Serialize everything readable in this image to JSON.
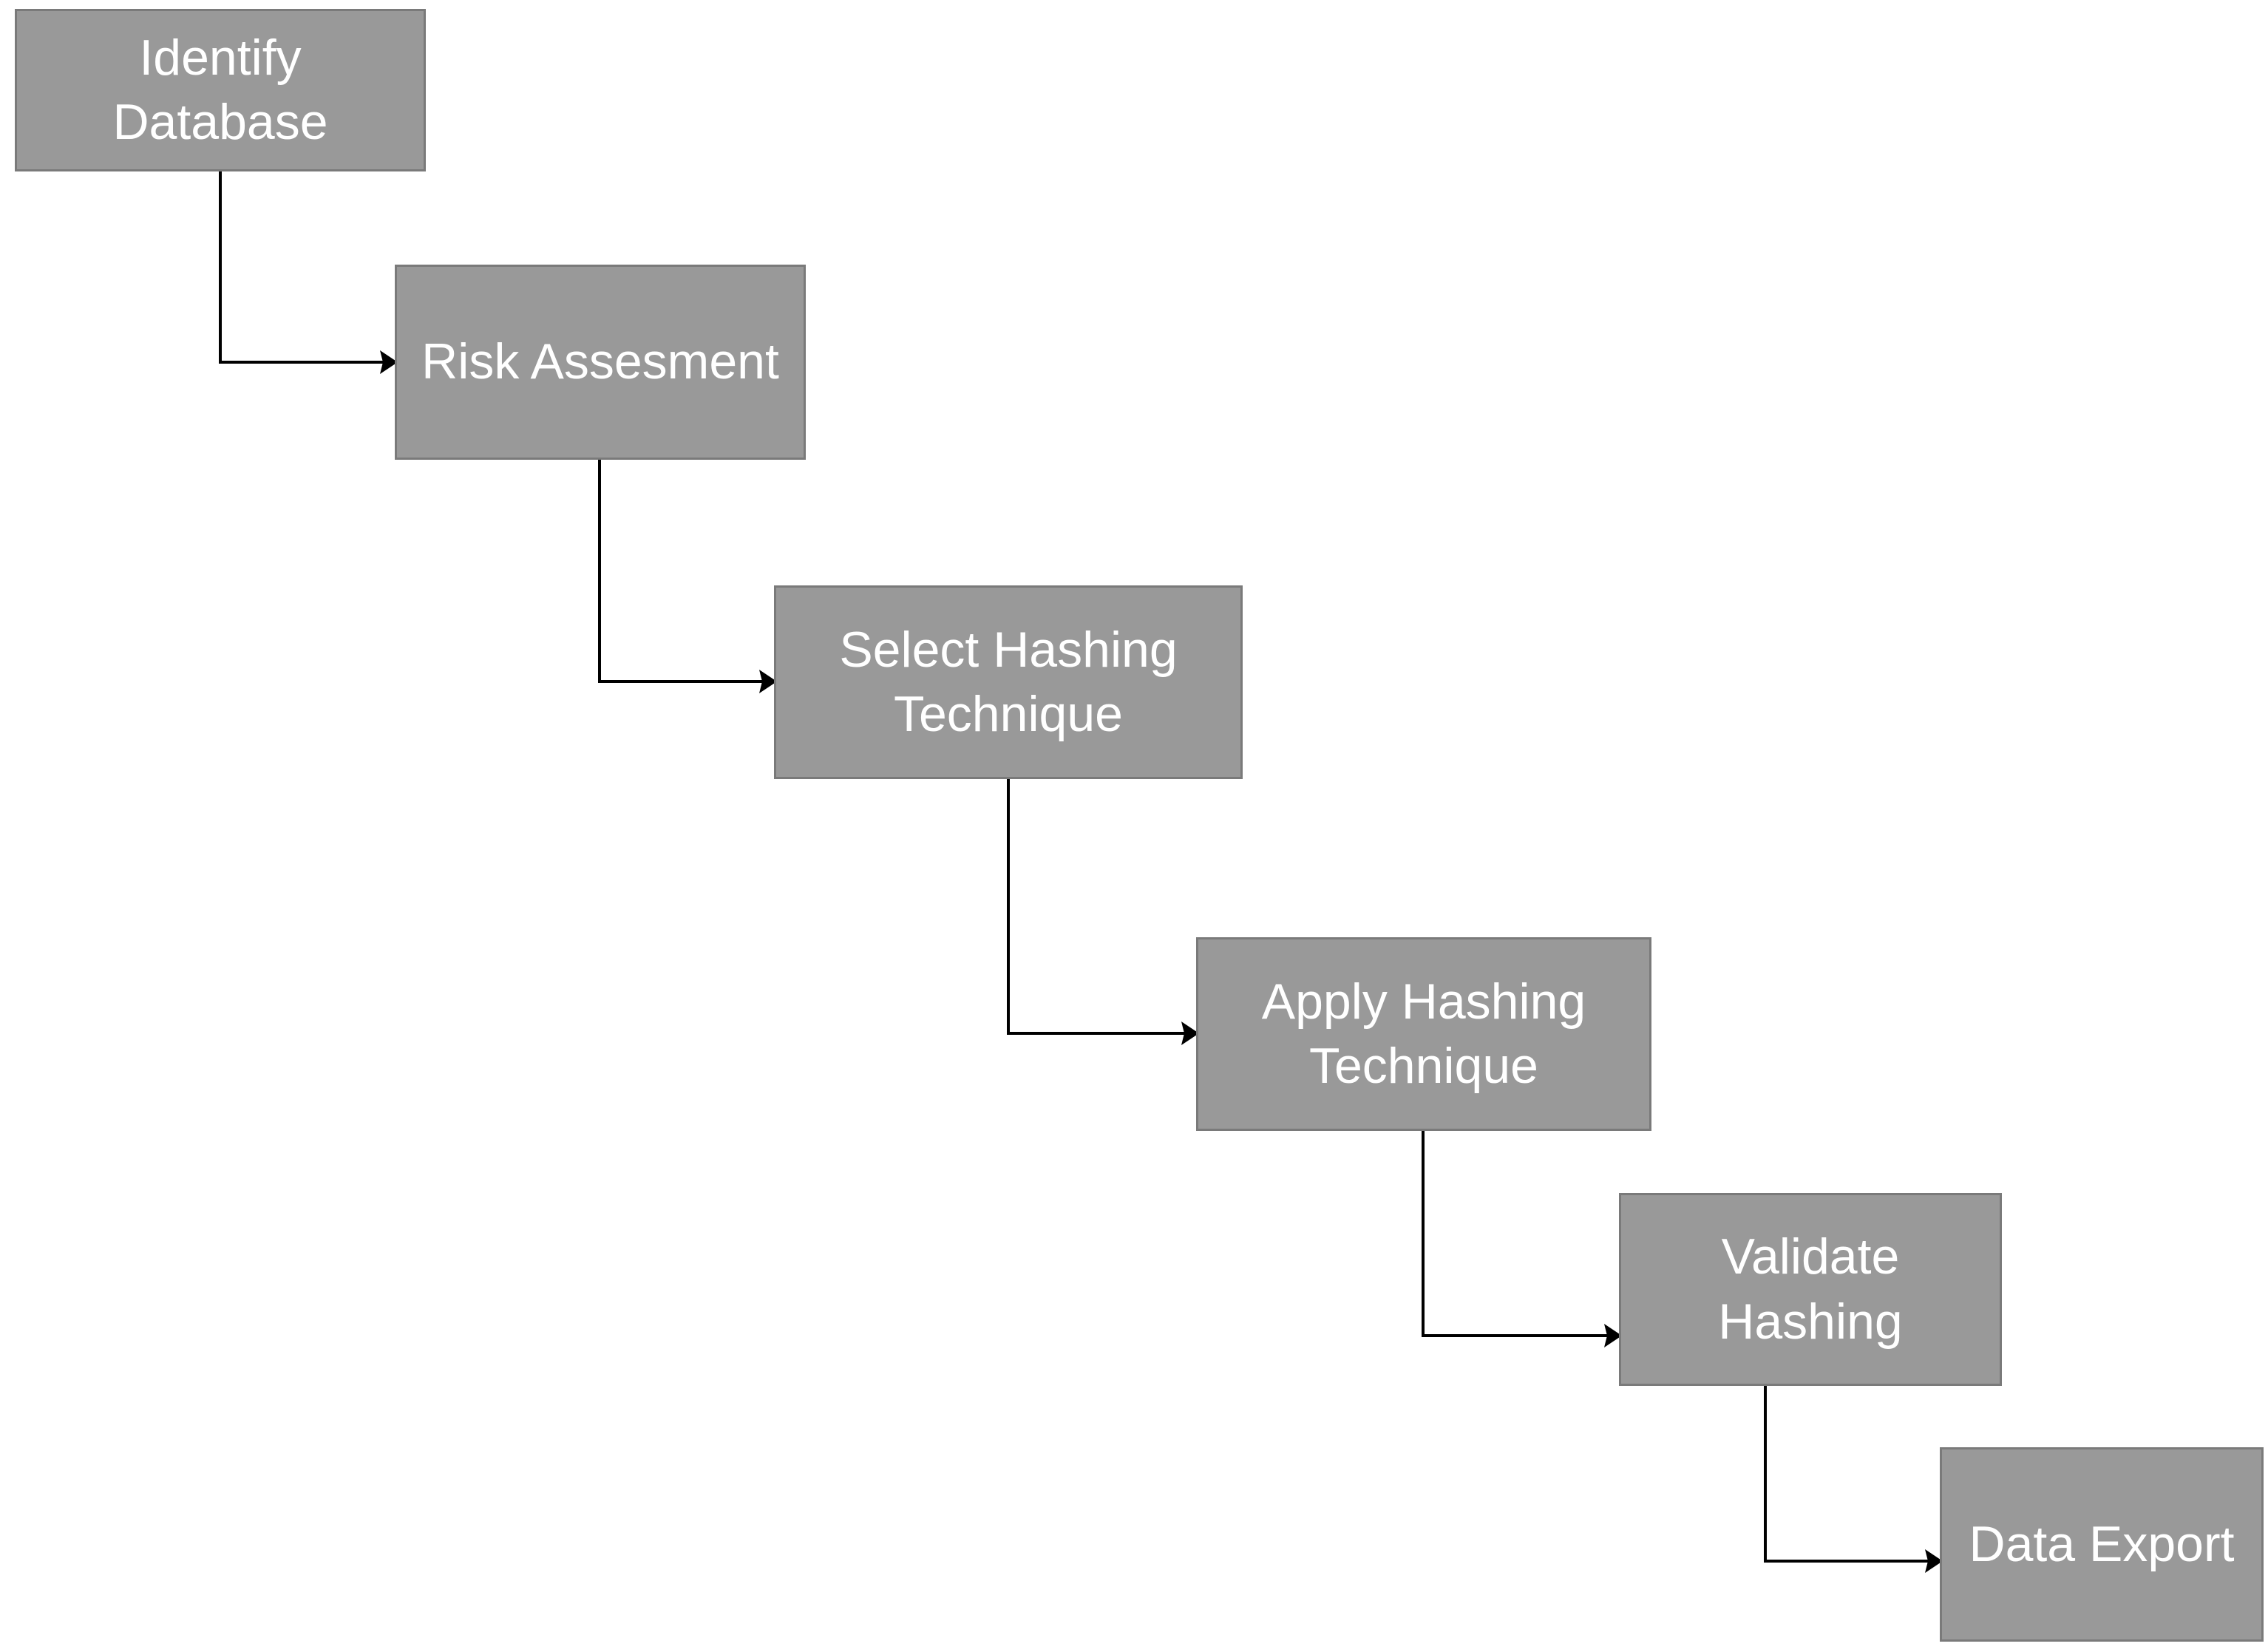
{
  "flow": {
    "steps": [
      {
        "id": "identify-database",
        "label": "Identify Database"
      },
      {
        "id": "risk-assesment",
        "label": "Risk Assesment"
      },
      {
        "id": "select-hashing-technique",
        "label": "Select Hashing\nTechnique"
      },
      {
        "id": "apply-hashing-technique",
        "label": "Apply Hashing\nTechnique"
      },
      {
        "id": "validate-hashing",
        "label": "Validate\nHashing"
      },
      {
        "id": "data-export",
        "label": "Data Export"
      }
    ],
    "connections": [
      {
        "from": "identify-database",
        "to": "risk-assesment"
      },
      {
        "from": "risk-assesment",
        "to": "select-hashing-technique"
      },
      {
        "from": "select-hashing-technique",
        "to": "apply-hashing-technique"
      },
      {
        "from": "apply-hashing-technique",
        "to": "validate-hashing"
      },
      {
        "from": "validate-hashing",
        "to": "data-export"
      }
    ],
    "colors": {
      "box_fill": "#999999",
      "box_border": "#7a7a7a",
      "label_text": "#ffffff",
      "connector": "#000000",
      "background": "#ffffff"
    }
  }
}
